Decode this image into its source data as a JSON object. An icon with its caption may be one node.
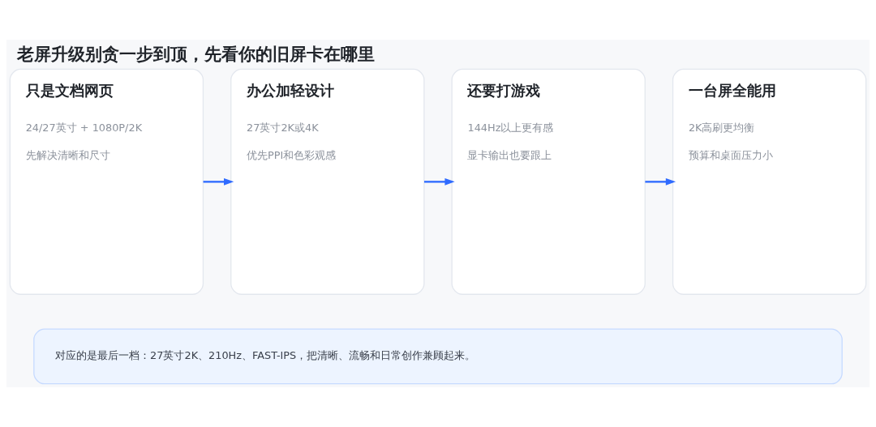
{
  "diagram": {
    "title": "老屏升级别贪一步到顶，先看你的旧屏卡在哪里",
    "nodes": [
      {
        "text": [
          "只是文档网页",
          "24/27英寸 + 1080P/2K",
          "先解决清晰和尺寸"
        ]
      },
      {
        "text": [
          "办公加轻设计",
          "27英寸2K或4K",
          "优先PPI和色彩观感"
        ]
      },
      {
        "text": [
          "还要打游戏",
          "144Hz以上更有感",
          "显卡输出也要跟上"
        ]
      },
      {
        "text": [
          "一台屏全能用",
          "2K高刷更均衡",
          "预算和桌面压力小"
        ]
      },
      {
        "text": [
          "对应的是最后一档：27英寸2K、210Hz、FAST-IPS，把清晰、流畅和日常创作兼顾起来。"
        ]
      }
    ],
    "edges": [
      {
        "from": 0,
        "to": 1,
        "arrow": "to"
      },
      {
        "from": 1,
        "to": 2,
        "arrow": "to"
      },
      {
        "from": 2,
        "to": 3,
        "arrow": "to"
      }
    ]
  }
}
